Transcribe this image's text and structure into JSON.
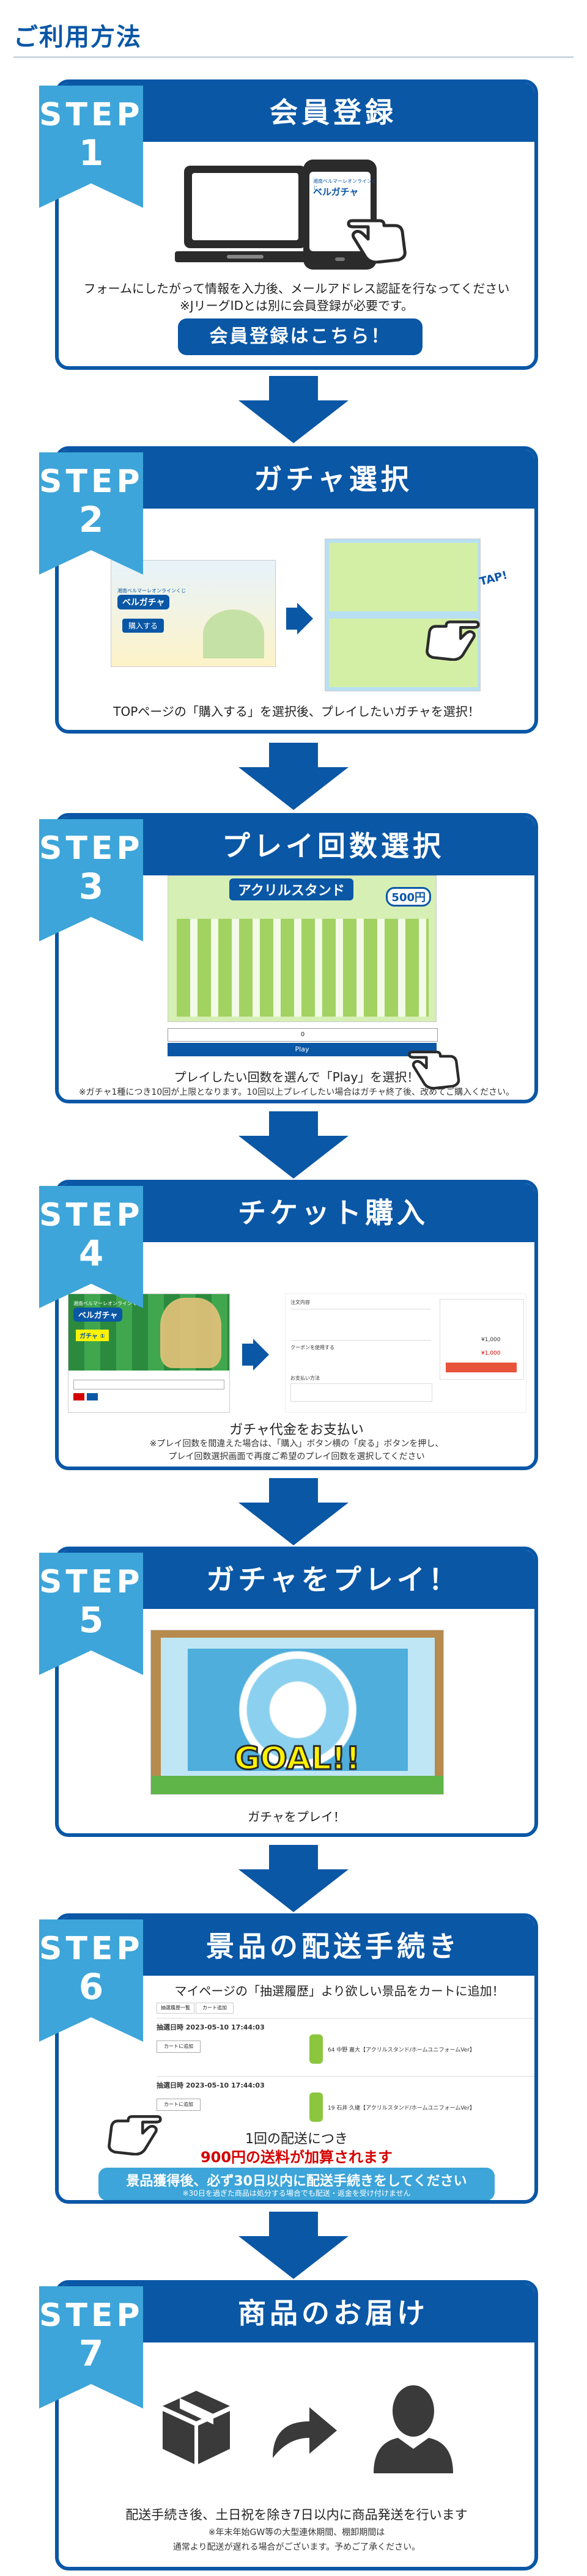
{
  "page": {
    "title": "ご利用方法"
  },
  "colors": {
    "brand": "#0a57a6",
    "badge": "#3da5d9",
    "accent_red": "#d40000",
    "green": "#8cc63f"
  },
  "steps": [
    {
      "word": "STEP",
      "num": "1",
      "title": "会員登録",
      "app_label": "湘南ベルマーレオンラインくじ",
      "logo": "ベルガチャ",
      "desc1": "フォームにしたがって情報を入力後、メールアドレス認証を行なってください",
      "desc2": "※JリーグIDとは別に会員登録が必要です。",
      "button": "会員登録はこちら！"
    },
    {
      "word": "STEP",
      "num": "2",
      "title": "ガチャ選択",
      "shot_label": "湘南ベルマーレオンラインくじ",
      "logo": "ベルガチャ",
      "buy": "購入する",
      "tap": "TAP!",
      "desc": "TOPページの「購入する」を選択後、プレイしたいガチャを選択！"
    },
    {
      "word": "STEP",
      "num": "3",
      "title": "プレイ回数選択",
      "banner": "アクリルスタンド",
      "price": "500円",
      "select_value": "0",
      "play": "Play",
      "desc": "プレイしたい回数を選んで「Play」を選択！",
      "note": "※ガチャ1種につき10回が上限となります。10回以上プレイしたい場合はガチャ終了後、改めてご購入ください。"
    },
    {
      "word": "STEP",
      "num": "4",
      "title": "チケット購入",
      "shot_label": "湘南ベルマーレオンラインくじ",
      "logo": "ベルガチャ",
      "tag": "ガチャ ①",
      "order": "注文内容",
      "coupon": "クーポンを使用する",
      "pay": "お支払い方法",
      "sub1": "¥1,000",
      "sub2": "¥1,000",
      "desc": "ガチャ代金をお支払い",
      "note1": "※プレイ回数を間違えた場合は、「購入」ボタン横の「戻る」ボタンを押し、",
      "note2": "プレイ回数選択画面で再度ご希望のプレイ回数を選択してください"
    },
    {
      "word": "STEP",
      "num": "5",
      "title": "ガチャをプレイ！",
      "goal": "GOAL!!",
      "desc": "ガチャをプレイ！"
    },
    {
      "word": "STEP",
      "num": "6",
      "title": "景品の配送手続き",
      "desc": "マイページの「抽選履歴」より欲しい景品をカートに追加！",
      "tab1": "抽選履歴一覧",
      "tab2": "カート追加",
      "row1_date": "抽選日時 2023-05-10 17:44:03",
      "row1_btn": "カートに追加",
      "row1_item": "64 中野 嘉大【アクリルスタンド/ホームユニフォームVer】",
      "row2_date": "抽選日時 2023-05-10 17:44:03",
      "row2_btn": "カートに追加",
      "row2_item": "19 石井 久継【アクリルスタンド/ホームユニフォームVer】",
      "fee1": "1回の配送につき",
      "fee2": "900円の送料が加算されます",
      "bar": "景品獲得後、必ず30日以内に配送手続きをしてください",
      "bar_note": "※30日を過ぎた商品は処分する場合でも配送・返金を受け付けません"
    },
    {
      "word": "STEP",
      "num": "7",
      "title": "商品のお届け",
      "desc1": "配送手続き後、土日祝を除き7日以内に商品発送を行います",
      "desc2": "※年末年始GW等の大型連休期間、棚卸期間は",
      "desc3": "通常より配送が遅れる場合がございます。予めご了承ください。"
    }
  ]
}
